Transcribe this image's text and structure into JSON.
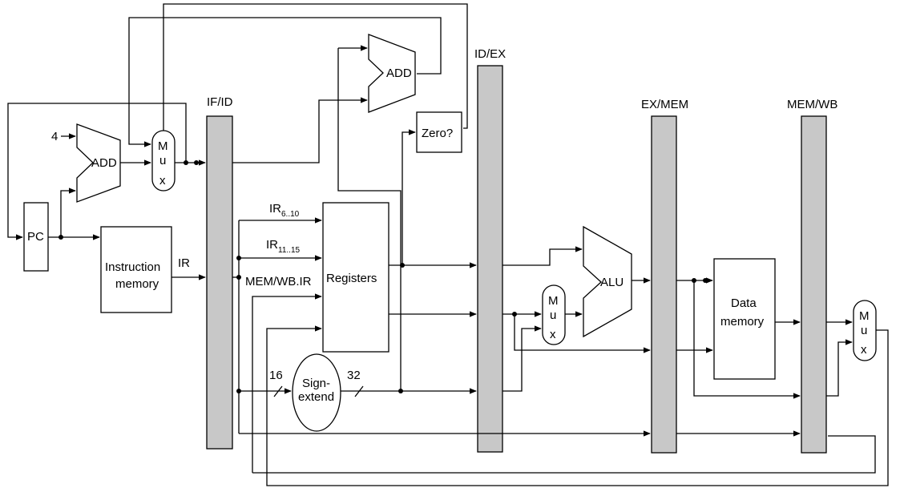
{
  "pipeline_registers": {
    "if_id": "IF/ID",
    "id_ex": "ID/EX",
    "ex_mem": "EX/MEM",
    "mem_wb": "MEM/WB"
  },
  "units": {
    "pc": "PC",
    "add_if": "ADD",
    "add_branch": "ADD",
    "const_four": "4",
    "instruction_memory_line1": "Instruction",
    "instruction_memory_line2": "memory",
    "registers": "Registers",
    "zero_test": "Zero?",
    "alu": "ALU",
    "data_memory_line1": "Data",
    "data_memory_line2": "memory",
    "sign_extend_line1": "Sign-",
    "sign_extend_line2": "extend",
    "mux_letters": [
      "M",
      "u",
      "x"
    ]
  },
  "signals": {
    "ir": "IR",
    "ir_a_base": "IR",
    "ir_a_sub": "6..10",
    "ir_b_base": "IR",
    "ir_b_sub": "11..15",
    "memwb_ir": "MEM/WB.IR",
    "bits_in": "16",
    "bits_out": "32"
  },
  "colors": {
    "pipeline_register_fill": "#c8c8c8",
    "line": "#000000"
  }
}
